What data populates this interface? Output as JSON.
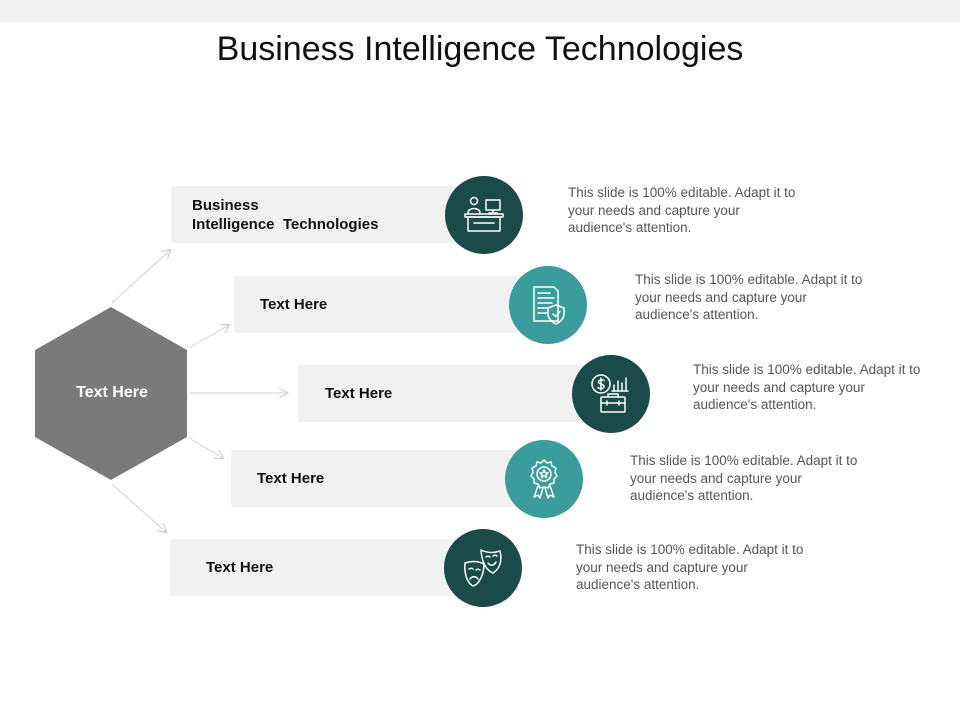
{
  "title": "Business Intelligence Technologies",
  "center": {
    "label": "Text Here",
    "color": "#7a7a7a"
  },
  "colors": {
    "dark_teal": "#1b4a4a",
    "light_teal": "#3a9c9c",
    "bar_bg": "#f1f1f1",
    "connector": "#d9d9d9"
  },
  "items": [
    {
      "label_line1": "Business",
      "label_line2": "Intelligence  Technologies",
      "icon": "person-at-desk-icon",
      "circle_color": "#1b4a4a",
      "description": "This slide is 100% editable. Adapt it to your needs and capture your audience's attention."
    },
    {
      "label": "Text Here",
      "icon": "document-shield-icon",
      "circle_color": "#3a9c9c",
      "description": "This slide is 100% editable. Adapt it to your needs and capture your audience's attention."
    },
    {
      "label": "Text Here",
      "icon": "money-chart-briefcase-icon",
      "circle_color": "#1b4a4a",
      "description": "This slide is 100% editable. Adapt it to your needs and capture your audience's attention."
    },
    {
      "label": "Text Here",
      "icon": "award-badge-icon",
      "circle_color": "#3a9c9c",
      "description": "This slide is 100% editable. Adapt it to your needs and capture your audience's attention."
    },
    {
      "label": "Text Here",
      "icon": "theater-masks-icon",
      "circle_color": "#1b4a4a",
      "description": "This slide is 100% editable. Adapt it to your needs and capture your audience's attention."
    }
  ]
}
